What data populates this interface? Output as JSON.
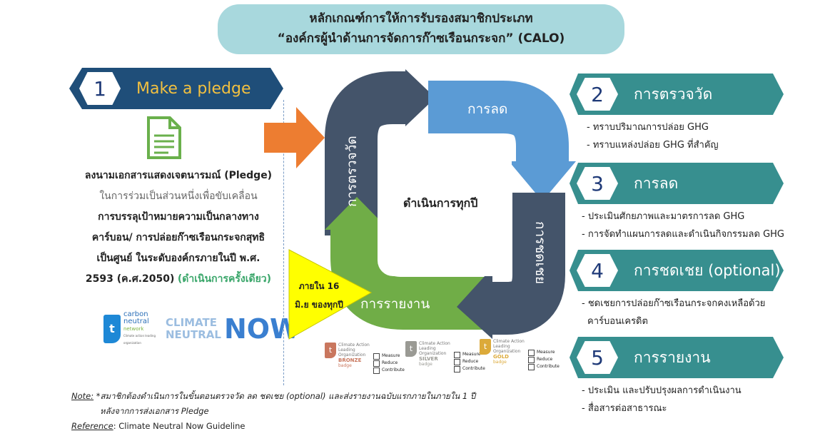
{
  "title": {
    "line1": "หลักเกณฑ์การให้การรับรองสมาชิกประเภท",
    "line2": "“องค์กรผู้นำด้านการจัดการก๊าซเรือนกระจก” (CALO)"
  },
  "pledge": {
    "number": "1",
    "label": "Make a pledge",
    "text_bold1": "ลงนามเอกสารแสดงเจตนารมณ์ (Pledge)",
    "text_normal": "ในการร่วมเป็นส่วนหนึ่งเพื่อขับเคลื่อน",
    "text_bold2": "การบรรลุเป้าหมายความเป็นกลางทาง",
    "text_bold3": "คาร์บอน/ การปล่อยก๊าซเรือนกระจกสุทธิ",
    "text_bold4": "เป็นศูนย์ ในระดับองค์กรภายในปี พ.ศ.",
    "text_bold5": "2593 (ค.ศ.2050)",
    "text_green": "(ดำเนินการครั้งเดียว)"
  },
  "logo": {
    "carbon": "carbon",
    "neutral": "neutral",
    "network": "network",
    "tagline": "Climate action leading organization",
    "climate": "CLIMATE",
    "neutral2": "NEUTRAL",
    "now": "NOW"
  },
  "cycle": {
    "left": "การตรวจวัด",
    "top": "การลด",
    "right": "การชดเชย",
    "bottom": "การรายงาน",
    "center": "ดำเนินการทุกปี",
    "deadline1": "ภายใน 16",
    "deadline2": "มิ.ย ของทุกปี"
  },
  "badges": [
    {
      "org": "Climate Action Leading Organization",
      "level": "BRONZE",
      "sub": "badge",
      "color": "#c9775e",
      "items": [
        "Measure",
        "Reduce",
        "Contribute"
      ]
    },
    {
      "org": "Climate Action Leading Organization",
      "level": "SILVER",
      "sub": "badge",
      "color": "#9a9a94",
      "items": [
        "Measure",
        "Reduce",
        "Contribute"
      ]
    },
    {
      "org": "Climate Action Leading Organization",
      "level": "GOLD",
      "sub": "badge",
      "color": "#dcaa3a",
      "items": [
        "Measure",
        "Reduce",
        "Contribute"
      ]
    }
  ],
  "steps": [
    {
      "number": "2",
      "label": "การตรวจวัด",
      "bullets": [
        "- ทราบปริมาณการปล่อย GHG",
        "- ทราบแหล่งปล่อย GHG ที่สำคัญ"
      ]
    },
    {
      "number": "3",
      "label": "การลด",
      "bullets": [
        "- ประเมินศักยภาพและมาตรการลด GHG",
        "- การจัดทำแผนการลดและดำเนินกิจกรรมลด GHG"
      ]
    },
    {
      "number": "4",
      "label": "การชดเชย (optional)",
      "bullets": [
        "- ชดเชยการปล่อยก๊าซเรือนกระจกคงเหลือด้วย",
        "คาร์บอนเครดิต"
      ]
    },
    {
      "number": "5",
      "label": "การรายงาน",
      "bullets": [
        "- ประเมิน และปรับปรุงผลการดำเนินงาน",
        "- สื่อสารต่อสาธารณะ"
      ]
    }
  ],
  "note": {
    "label": "Note:",
    "text": " *สมาชิกต้องดำเนินการในขั้นตอนตรวจวัด ลด ชดเชย (optional) และส่งรายงานฉบับแรกภายในภายใน 1 ปี",
    "text2": "หลังจากการส่งเอกสาร Pledge",
    "ref_label": "Reference",
    "ref_text": ": Climate Neutral Now Guideline"
  }
}
